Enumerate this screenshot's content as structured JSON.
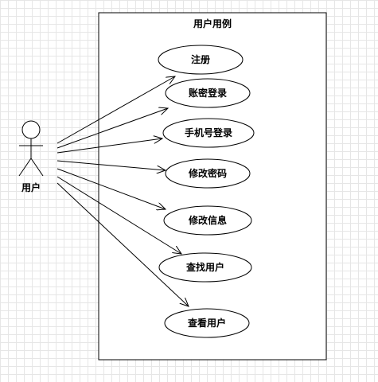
{
  "system": {
    "title": "用户用例"
  },
  "actor": {
    "name": "用户"
  },
  "use_cases": [
    {
      "label": "注册"
    },
    {
      "label": "账密登录"
    },
    {
      "label": "手机号登录"
    },
    {
      "label": "修改密码"
    },
    {
      "label": "修改信息"
    },
    {
      "label": "查找用户"
    },
    {
      "label": "查看用户"
    }
  ]
}
